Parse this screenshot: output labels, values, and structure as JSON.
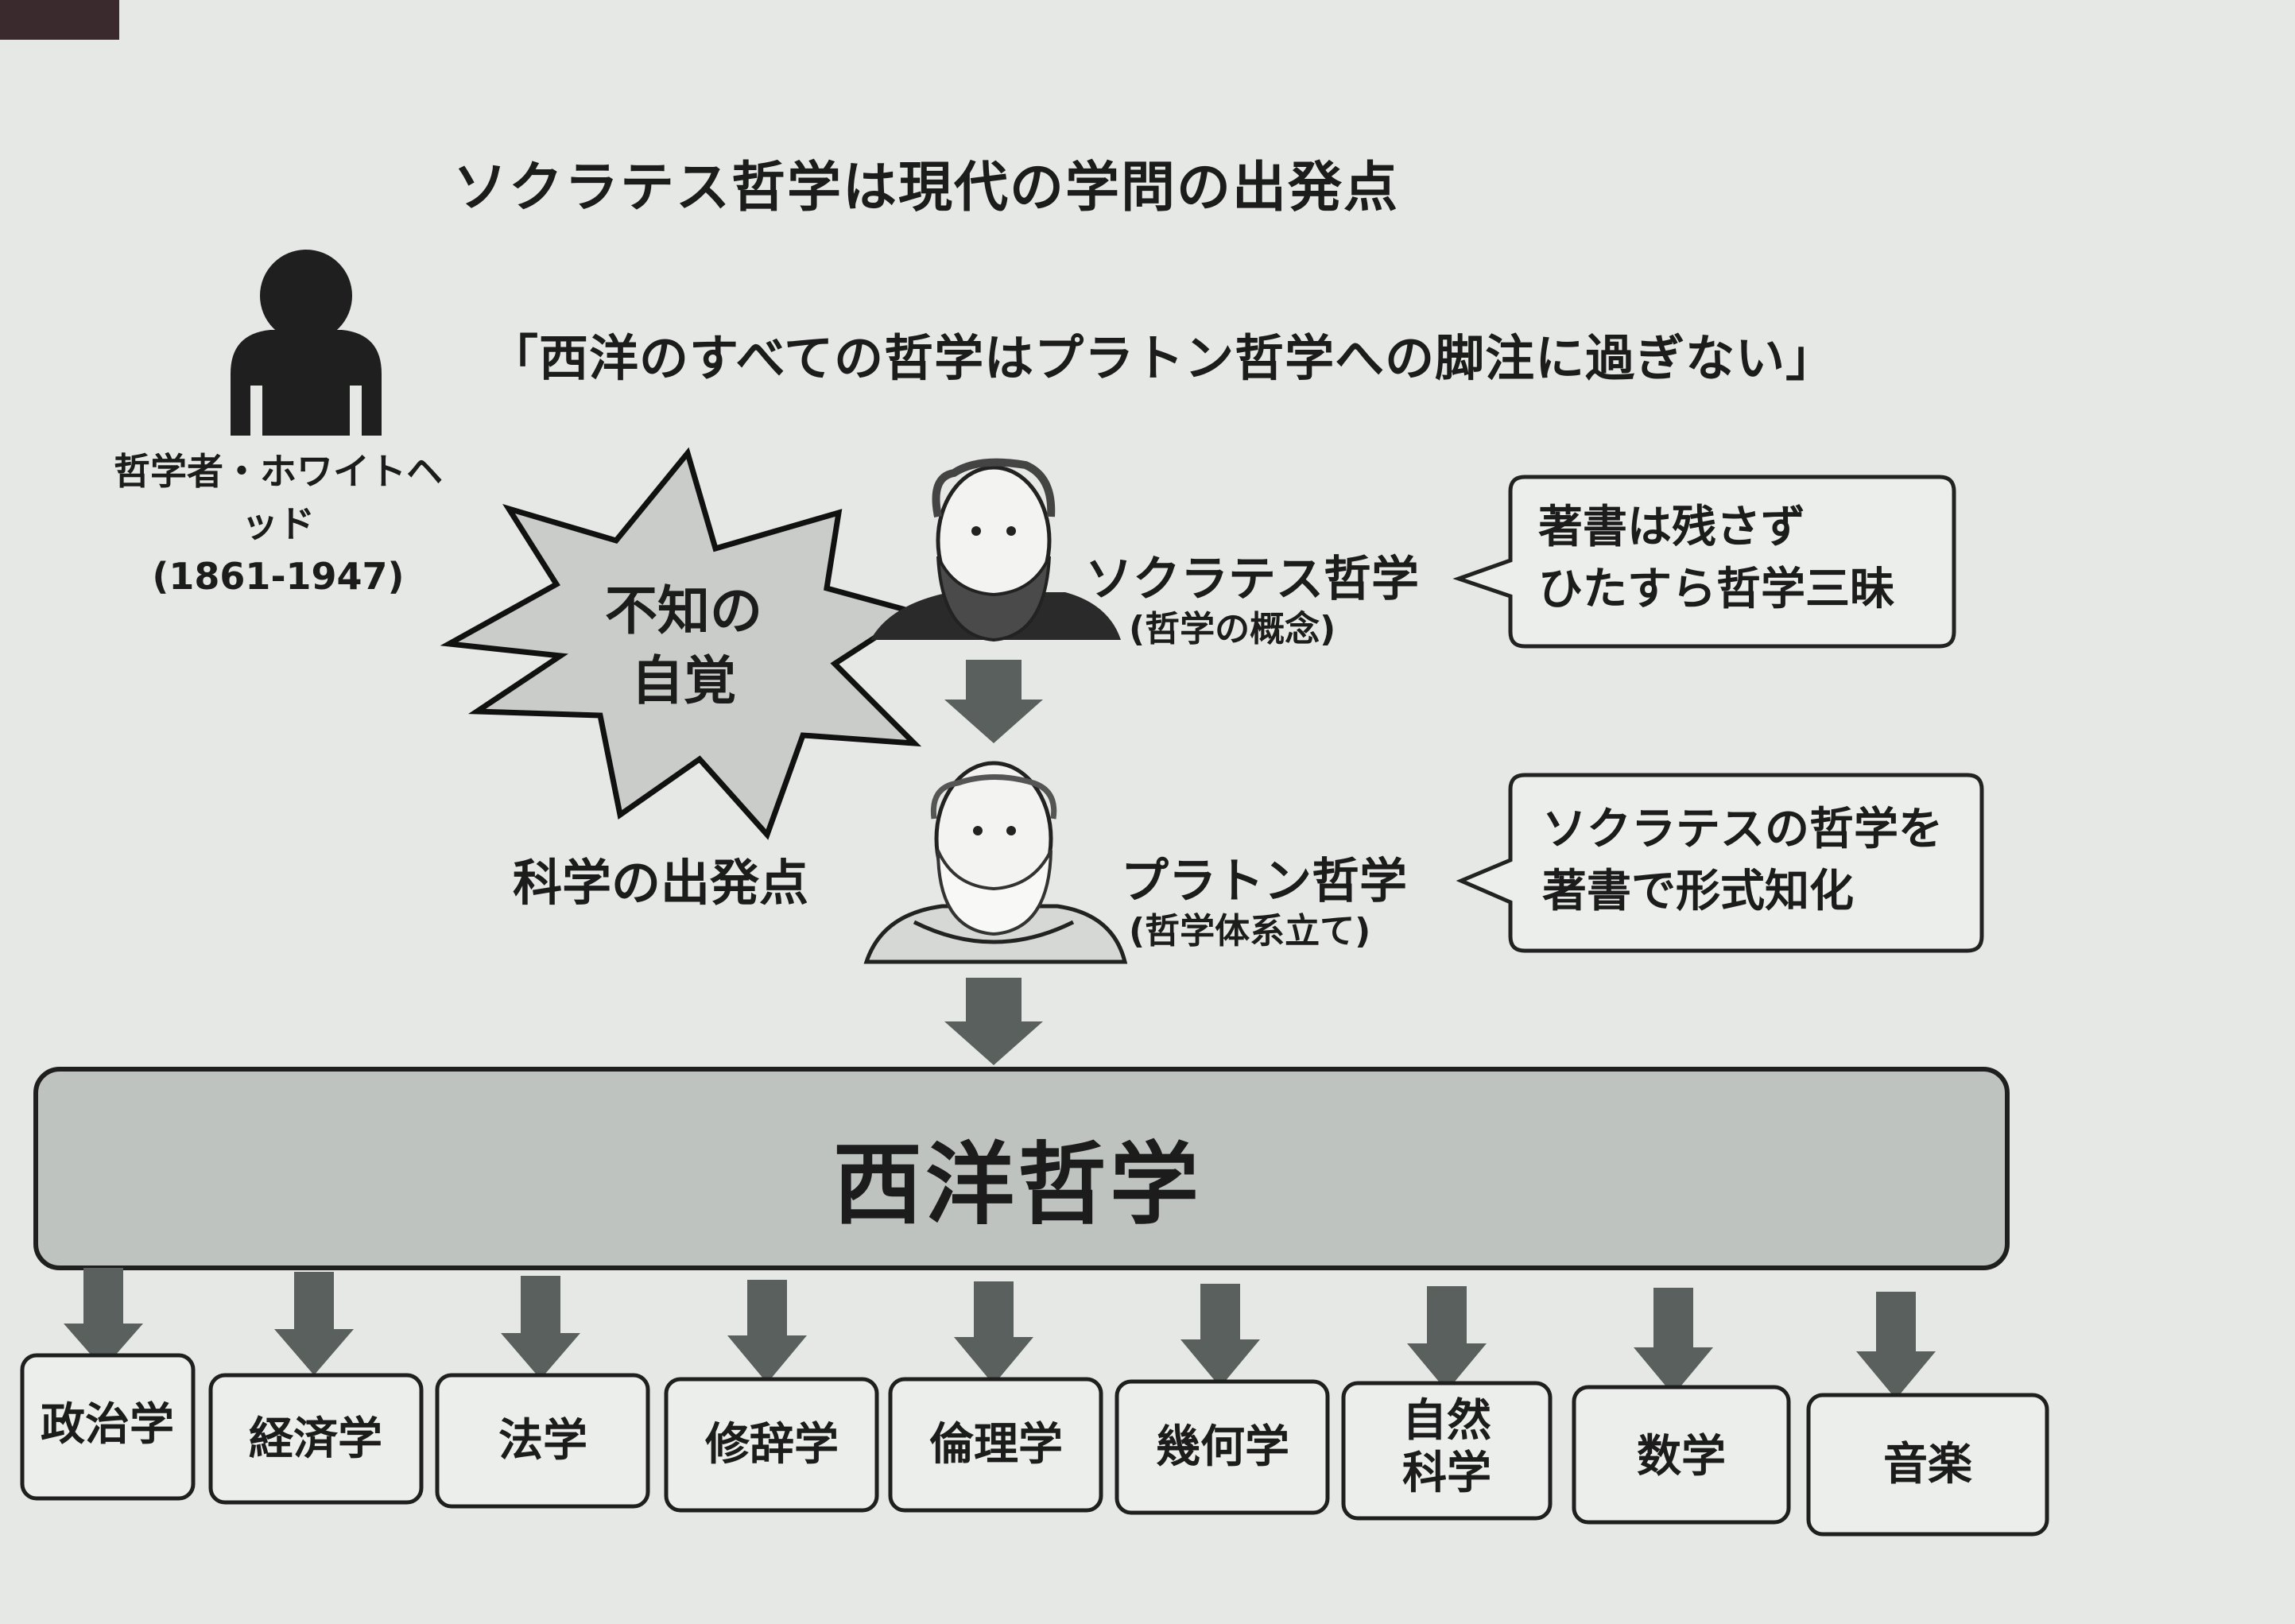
{
  "title": "ソクラテス哲学は現代の学問の出発点",
  "quote": "「西洋のすべての哲学はプラトン哲学への脚注に過ぎない」",
  "whitehead": {
    "name": "哲学者・ホワイトヘッド",
    "years": "(1861-1947)"
  },
  "burst": {
    "line1": "不知の",
    "line2": "自覚"
  },
  "science_start": "科学の出発点",
  "socrates": {
    "name": "ソクラテス哲学",
    "sub": "(哲学の概念)",
    "callout_line1": "著書は残さず",
    "callout_line2": "ひたすら哲学三昧"
  },
  "plato": {
    "name": "プラトン哲学",
    "sub": "(哲学体系立て)",
    "callout_line1": "ソクラテスの哲学を",
    "callout_line2": "著書で形式知化"
  },
  "western_philosophy": "西洋哲学",
  "disciplines": [
    {
      "line1": "政治学",
      "line2": ""
    },
    {
      "line1": "経済学",
      "line2": ""
    },
    {
      "line1": "法学",
      "line2": ""
    },
    {
      "line1": "修辞学",
      "line2": ""
    },
    {
      "line1": "倫理学",
      "line2": ""
    },
    {
      "line1": "幾何学",
      "line2": ""
    },
    {
      "line1": "自然",
      "line2": "科学"
    },
    {
      "line1": "数学",
      "line2": ""
    },
    {
      "line1": "音楽",
      "line2": ""
    }
  ],
  "colors": {
    "page": "#e6e8e5",
    "band": "#bfc3c0",
    "arrow": "#5a605d",
    "burst": "#c9ccc9",
    "ink": "#1c1c1c"
  }
}
